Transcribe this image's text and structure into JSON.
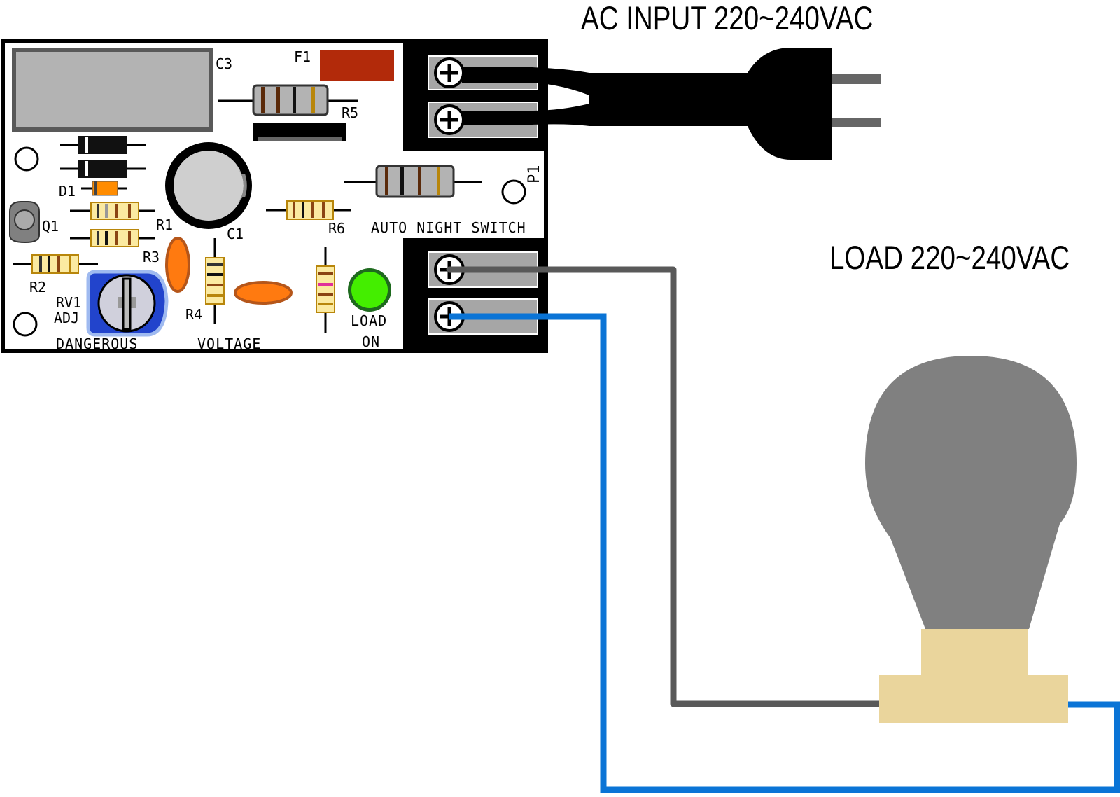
{
  "headings": {
    "ac_input": "AC INPUT 220~240VAC",
    "load": "LOAD  220~240VAC"
  },
  "board": {
    "title": "AUTO NIGHT SWITCH",
    "warning_left": "DANGEROUS",
    "warning_right": "VOLTAGE",
    "led_label_top": "LOAD",
    "led_label_bottom": "ON",
    "rv1_label": "RV1",
    "adj_label": "ADJ"
  },
  "components": {
    "C1": "C1",
    "C3": "C3",
    "F1": "F1",
    "R1": "R1",
    "R2": "R2",
    "R3": "R3",
    "R4": "R4",
    "R5": "R5",
    "R6": "R6",
    "D1": "D1",
    "Q1": "Q1",
    "P1": "P1"
  },
  "colors": {
    "board_bg": "#ffffff",
    "board_outline": "#000000",
    "terminal_block": "#000000",
    "terminal_body": "#a6a6a6",
    "fuse": "#b22a0a",
    "capacitor_c3": "#b3b3b3",
    "led_green": "#44ee00",
    "trimmer_blue": "#2244cc",
    "cap_orange": "#ff7a10",
    "wire_gray": "#595959",
    "wire_blue": "#0a74d6",
    "plug": "#000000",
    "plug_pins": "#666666",
    "bulb_glass": "#808080",
    "bulb_base": "#ead59c"
  }
}
